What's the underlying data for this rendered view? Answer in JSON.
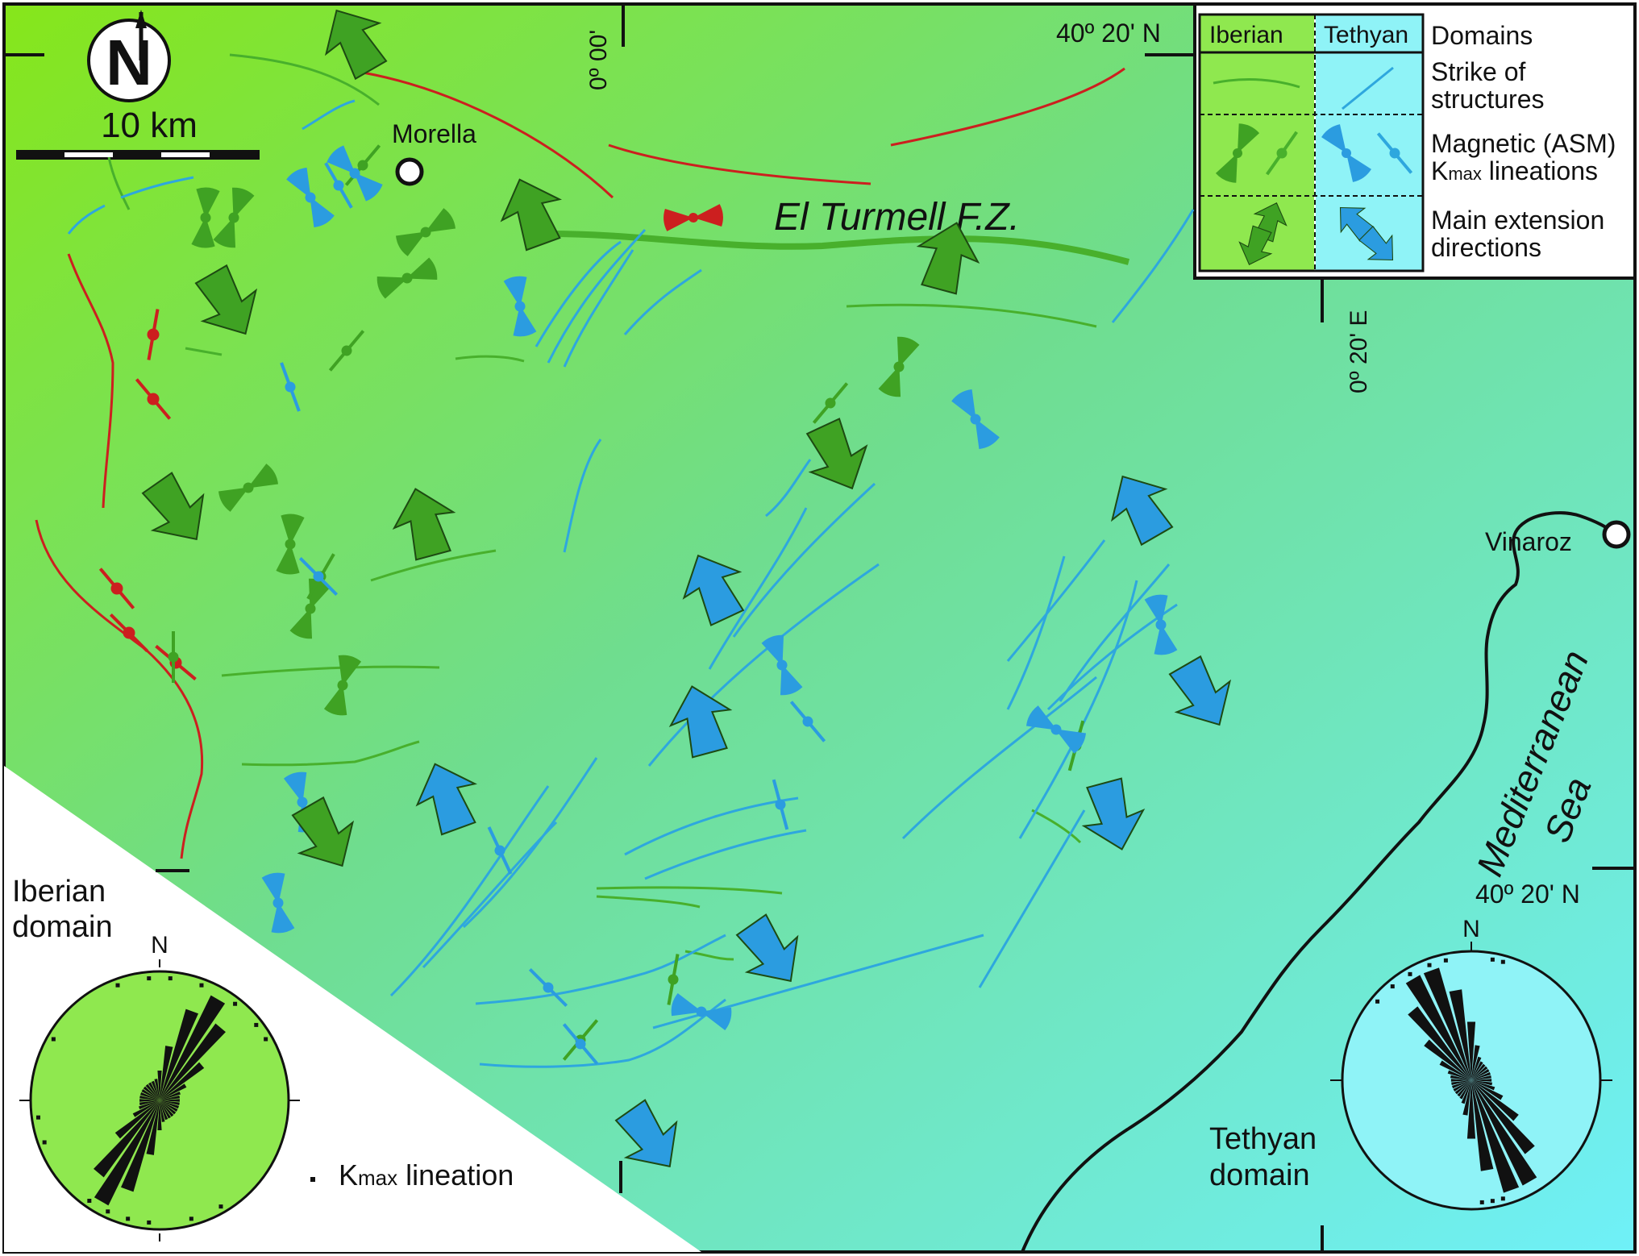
{
  "colors": {
    "iberian_green": "#8fe84f",
    "tethyan_cyan": "#8ff3f7",
    "structure_green": "#48b02c",
    "structure_blue": "#2ea7de",
    "fault_red": "#cc1f1f",
    "arrow_green": "#3fa223",
    "arrow_blue": "#2b9ce0"
  },
  "compass": {
    "letter": "N"
  },
  "scale_bar": {
    "label": "10 km"
  },
  "coordinates": {
    "top_lon": "0º 00'",
    "top_lat": "40º 20' N",
    "right_lon": "0º 20' E",
    "right_lat": "40º 20' N"
  },
  "places": {
    "morella": "Morella",
    "vinaroz": "Vinaroz"
  },
  "fault_zone": {
    "label": "El Turmell F.Z."
  },
  "sea": {
    "line1": "Mediterranean",
    "line2": "Sea"
  },
  "legend": {
    "col_iberian": "Iberian",
    "col_tethyan": "Tethyan",
    "domains": "Domains",
    "strike_1": "Strike of",
    "strike_2": "structures",
    "mag_1": "Magnetic (ASM)",
    "mag_2_prefix": "K",
    "mag_2_sub": "max",
    "mag_2_suffix": " lineations",
    "ext_1": "Main extension",
    "ext_2": "directions"
  },
  "rose_iberian": {
    "title_1": "Iberian",
    "title_2": "domain",
    "north": "N",
    "orientation_deg": 30
  },
  "rose_tethyan": {
    "title_1": "Tethyan",
    "title_2": "domain",
    "north": "N",
    "orientation_deg": -25
  },
  "kmax_key": {
    "prefix": "K",
    "sub": "max",
    "suffix": " lineation"
  }
}
